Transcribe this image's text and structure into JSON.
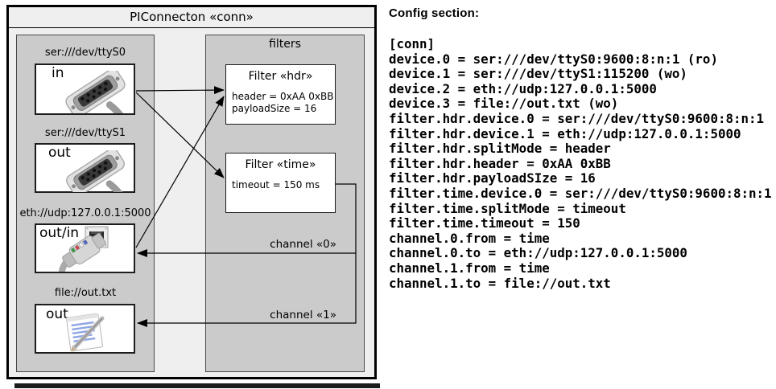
{
  "colors": {
    "page_bg": "#ffffff",
    "diagram_bg": "#efefef",
    "container_bg": "#cbcbcb",
    "card_bg": "#ffffff",
    "line": "#000000"
  },
  "diagram": {
    "title": "PIConnecton «conn»",
    "filters_label": "filters",
    "devices": [
      {
        "uri": "ser:///dev/ttyS0",
        "port": "in",
        "icon": "serial-connector-icon"
      },
      {
        "uri": "ser:///dev/ttyS1",
        "port": "out",
        "icon": "serial-connector-icon"
      },
      {
        "uri": "eth://udp:127.0.0.1:5000",
        "port": "out/in",
        "icon": "ethernet-connector-icon"
      },
      {
        "uri": "file://out.txt",
        "port": "out",
        "icon": "notepad-icon"
      }
    ],
    "filters": [
      {
        "title": "Filter «hdr»",
        "properties": [
          "header = 0xAA 0xBB",
          "payloadSize = 16"
        ]
      },
      {
        "title": "Filter «time»",
        "properties": [
          "timeout = 150 ms"
        ]
      }
    ],
    "channels": [
      {
        "label": "channel «0»"
      },
      {
        "label": "channel «1»"
      }
    ]
  },
  "config": {
    "heading": "Config section:",
    "lines": [
      "[conn]",
      "device.0 = ser:///dev/ttyS0:9600:8:n:1 (ro)",
      "device.1 = ser:///dev/ttyS1:115200 (wo)",
      "device.2 = eth://udp:127.0.0.1:5000",
      "device.3 = file://out.txt (wo)",
      "filter.hdr.device.0 = ser:///dev/ttyS0:9600:8:n:1",
      "filter.hdr.device.1 = eth://udp:127.0.0.1:5000",
      "filter.hdr.splitMode = header",
      "filter.hdr.header = 0xAA 0xBB",
      "filter.hdr.payloadSIze = 16",
      "filter.time.device.0 = ser:///dev/ttyS0:9600:8:n:1",
      "filter.time.splitMode = timeout",
      "filter.time.timeout = 150",
      "channel.0.from = time",
      "channel.0.to = eth://udp:127.0.0.1:5000",
      "channel.1.from = time",
      "channel.1.to = file://out.txt"
    ]
  }
}
